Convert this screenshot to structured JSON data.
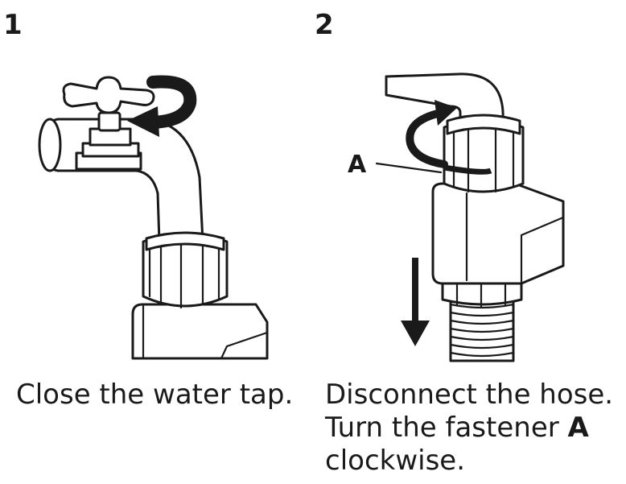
{
  "steps": [
    {
      "number": "1",
      "caption_line1": "Close the water tap."
    },
    {
      "number": "2",
      "caption_line1": "Disconnect the hose.",
      "caption_line2_prefix": "Turn the fastener ",
      "caption_line2_bold": "A",
      "caption_line3": "clockwise."
    }
  ],
  "labels": {
    "fastener": "A"
  },
  "icons": [
    "rotate-counterclockwise-arrow-icon",
    "rotate-clockwise-arrow-icon",
    "down-arrow-icon"
  ]
}
